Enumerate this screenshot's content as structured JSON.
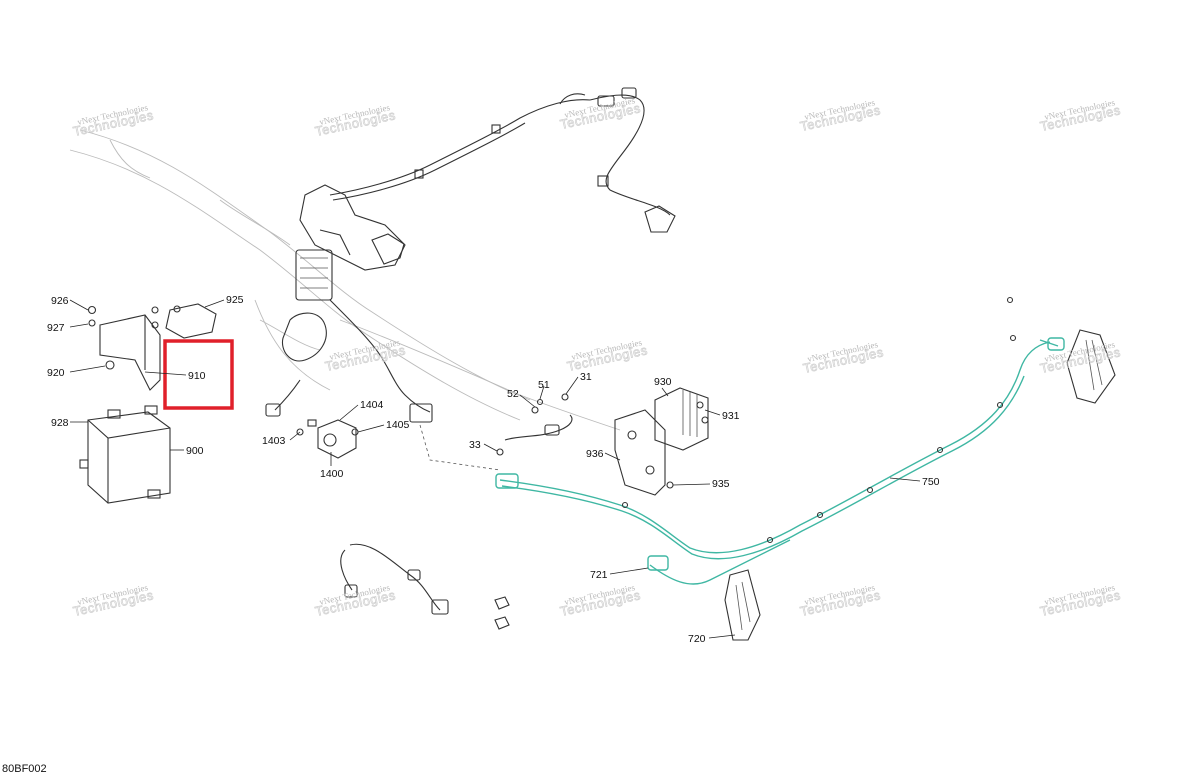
{
  "diagram_code": "80BF002",
  "highlight_color": "#e0202a",
  "harness_color": "#3fb7a3",
  "watermark": {
    "line1": "vNext Technologies",
    "line2": "Technologies"
  },
  "callouts": {
    "c926": "926",
    "c927": "927",
    "c925": "925",
    "c910": "910",
    "c920": "920",
    "c928": "928",
    "c900": "900",
    "c1404": "1404",
    "c1403": "1403",
    "c1405": "1405",
    "c1400": "1400",
    "c52": "52",
    "c51": "51",
    "c31": "31",
    "c33": "33",
    "c930": "930",
    "c931": "931",
    "c936": "936",
    "c935": "935",
    "c750": "750",
    "c721": "721",
    "c720": "720"
  }
}
